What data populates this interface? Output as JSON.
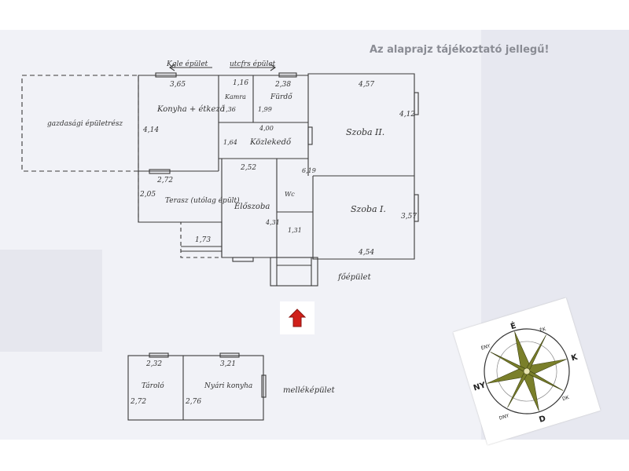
{
  "notice": "Az alaprajz tájékoztató jellegű!",
  "colors": {
    "arrow": "#d0201a",
    "compass_star": "#7a7f2a",
    "ink": "#333333"
  },
  "annotations": {
    "top_left_note": "Kgle épület",
    "top_mid_note": "utcfrs épület",
    "outbuilding_label": "gazdasági épületrész",
    "main_building_label": "főépület",
    "annex_label": "melléképület"
  },
  "rooms": {
    "kitchen": {
      "name": "Konyha + étkező",
      "w": "3,65",
      "h": "4,14"
    },
    "pantry": {
      "name": "Kamra",
      "w": "1,16",
      "h": "1,36"
    },
    "bathroom": {
      "name": "Fürdő",
      "w": "2,38",
      "h": "1,99"
    },
    "hall": {
      "name": "Közlekedő",
      "w": "4,00",
      "h": "1,64"
    },
    "room2": {
      "name": "Szoba II.",
      "w": "4,57",
      "h": "4,12"
    },
    "room1": {
      "name": "Szoba I.",
      "w": "4,54",
      "h": "3,57"
    },
    "terrace": {
      "name": "Terasz (utólag épült)",
      "h": "2,05",
      "w": "1,73"
    },
    "anteroom": {
      "name": "Előszoba",
      "w": "2,52",
      "h": "4,31"
    },
    "toilet": {
      "name": "Wc",
      "w": "1,31"
    },
    "extra_dim": "6,19",
    "dim_kitchen_bottom": "2,72",
    "shed": {
      "name": "Tároló",
      "w": "2,32",
      "h": "2,72"
    },
    "summer_kitchen": {
      "name": "Nyári konyha",
      "w": "3,21",
      "h": "2,76"
    }
  },
  "compass": {
    "north": "É",
    "south": "D",
    "east": "K",
    "west": "NY",
    "ne": "ÉK",
    "nw": "ÉNY",
    "se": "DK",
    "sw": "DNY"
  }
}
